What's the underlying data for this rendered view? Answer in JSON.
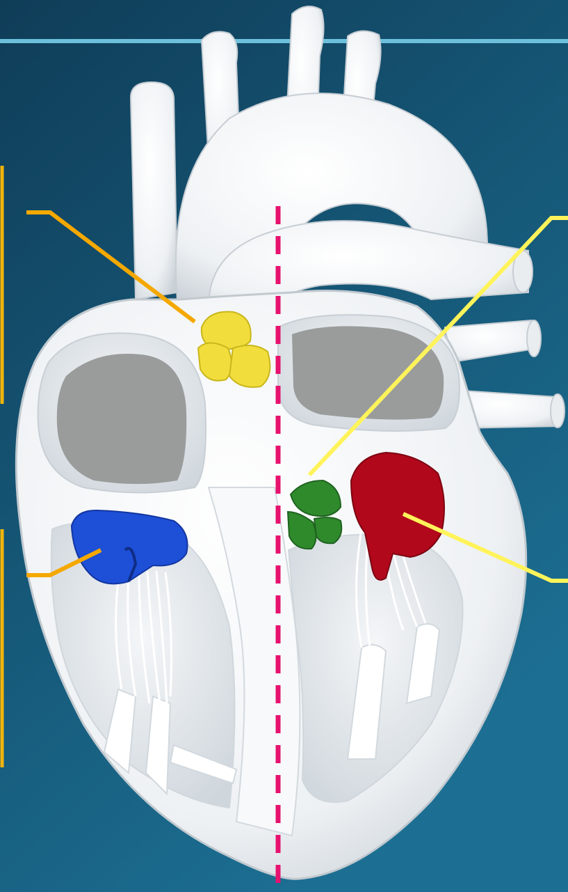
{
  "colors": {
    "background_top": "#0f3d58",
    "background_bottom": "#1c6f93",
    "top_rule": "#6cc0dc",
    "left_bracket": "#f1b40c",
    "leader_orange": "#f5a800",
    "leader_yellow": "#fff35a",
    "midline": "#e7126f",
    "heart_body": "#f3f5f7",
    "chamber_interior": "#9a9c9c",
    "valve_pulmonary": "#f1dd3c",
    "valve_tricuspid": "#1d4fd7",
    "valve_aortic": "#2f8a2c",
    "valve_mitral": "#b2081c"
  },
  "diagram": {
    "subject": "heart-cross-section",
    "valves": [
      "pulmonary-valve",
      "tricuspid-valve",
      "aortic-valve",
      "mitral-valve"
    ]
  }
}
